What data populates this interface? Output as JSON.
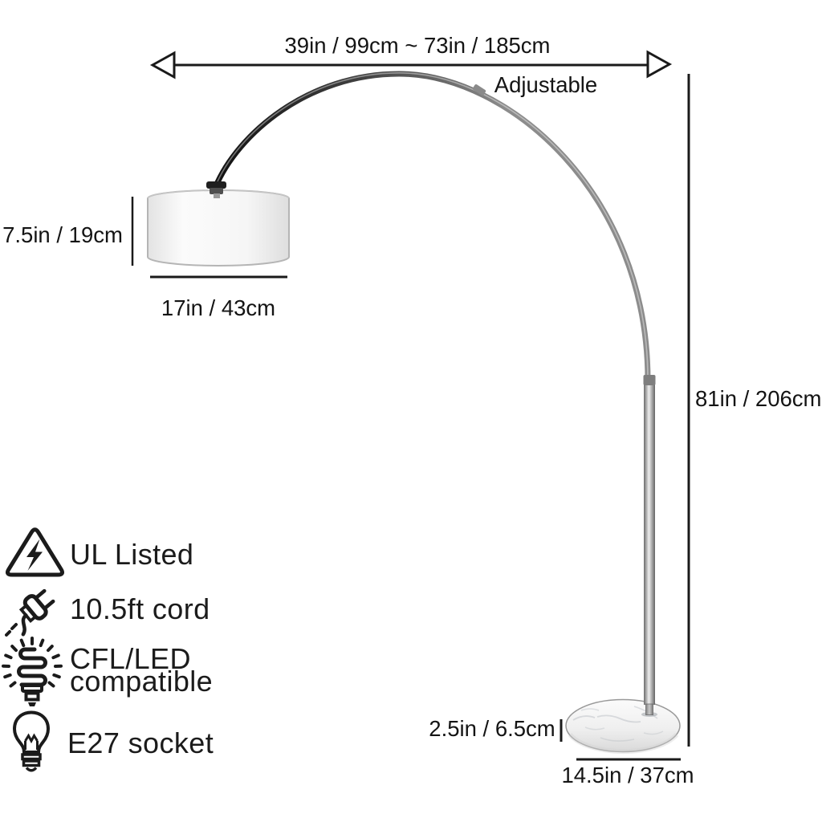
{
  "labels": {
    "arc_range": "39in / 99cm ~ 73in / 185cm",
    "adjustable": "Adjustable",
    "shade_height": "7.5in / 19cm",
    "shade_width": "17in / 43cm",
    "lamp_height": "81in / 206cm",
    "base_height": "2.5in / 6.5cm",
    "base_width": "14.5in / 37cm"
  },
  "features": [
    {
      "icon": "ul-listed-icon",
      "label": "UL Listed"
    },
    {
      "icon": "plug-icon",
      "label": "10.5ft cord"
    },
    {
      "icon": "cfl-led-icon",
      "label": "CFL/LED",
      "label2": "compatible"
    },
    {
      "icon": "e27-socket-icon",
      "label": "E27 socket"
    }
  ],
  "colors": {
    "line": "#1a1a1a",
    "pole_dark": "#6e6e6e",
    "pole_light": "#ececec",
    "shade_fill": "#f4f4f4",
    "base_fill": "#f1f1f1"
  }
}
